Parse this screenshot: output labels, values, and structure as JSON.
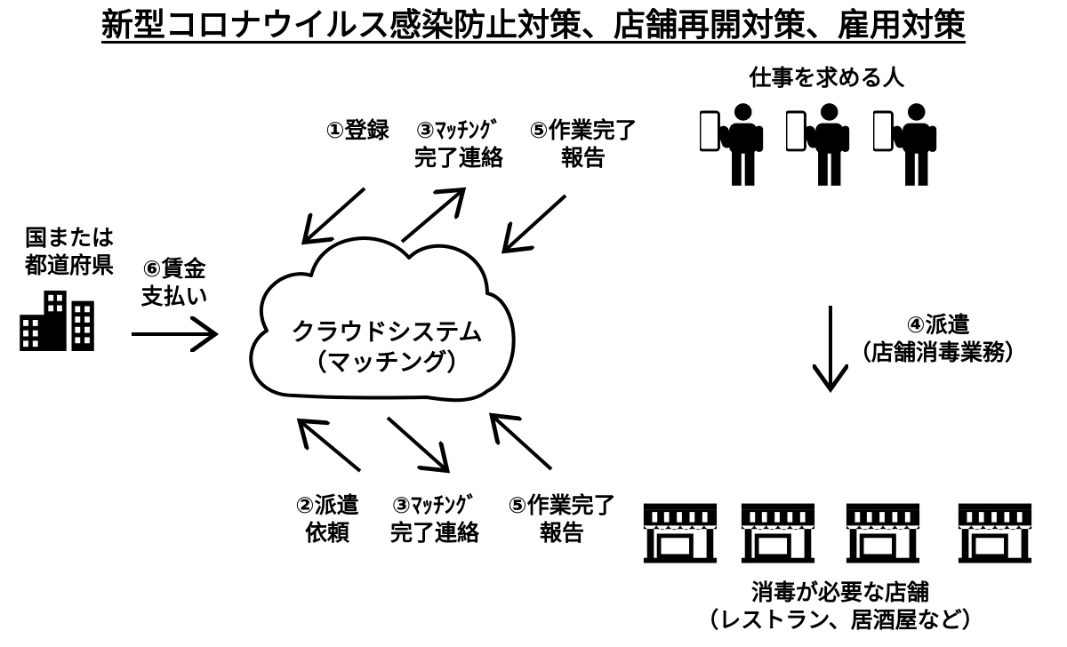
{
  "title": "新型コロナウイルス感染防止対策、店舗再開対策、雇用対策",
  "cloud": {
    "line1": "クラウドシステム",
    "line2": "（マッチング）"
  },
  "government": {
    "line1": "国または",
    "line2": "都道府県"
  },
  "job_seekers": {
    "label": "仕事を求める人"
  },
  "stores": {
    "line1": "消毒が必要な店舗",
    "line2": "（レストラン、居酒屋など）"
  },
  "steps": {
    "register": {
      "line1": "①登録"
    },
    "request": {
      "line1": "②派遣",
      "line2": "依頼"
    },
    "match_top": {
      "line1": "③ﾏｯﾁﾝｸﾞ",
      "line2": "完了連絡"
    },
    "match_bottom": {
      "line1": "③ﾏｯﾁﾝｸﾞ",
      "line2": "完了連絡"
    },
    "dispatch": {
      "line1": "④派遣",
      "line2": "（店舗消毒業務）"
    },
    "complete_top": {
      "line1": "⑤作業完了",
      "line2": "報告"
    },
    "complete_bottom": {
      "line1": "⑤作業完了",
      "line2": "報告"
    },
    "payment": {
      "line1": "⑥賃金",
      "line2": "支払い"
    }
  },
  "colors": {
    "ink": "#000000",
    "background": "#ffffff"
  }
}
